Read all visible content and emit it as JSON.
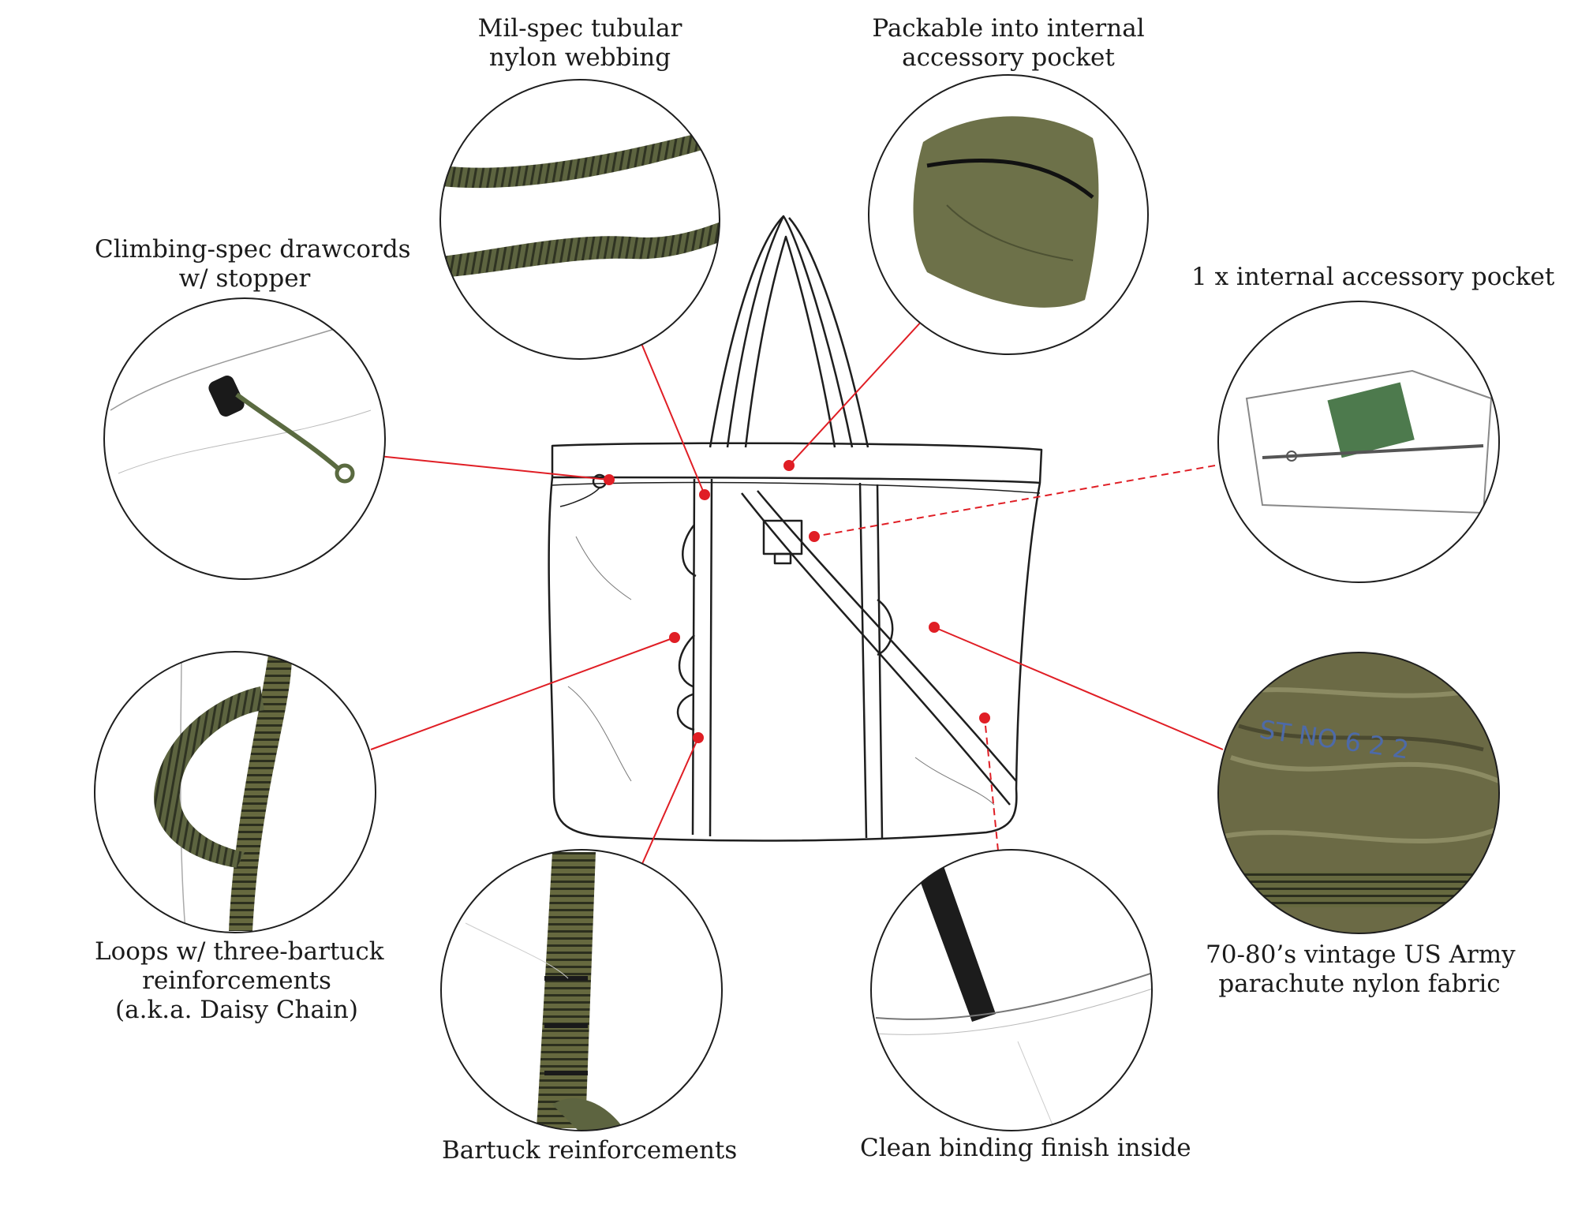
{
  "colors": {
    "accent": "#e01e25",
    "outline": "#1e1e1e",
    "olive": "#5d6440",
    "background": "#ffffff"
  },
  "callouts": {
    "webbing": {
      "lines": [
        "Mil-spec tubular",
        "nylon webbing"
      ],
      "image": "olive-webbing-straps"
    },
    "packable": {
      "lines": [
        "Packable into internal",
        "accessory pocket"
      ],
      "image": "packed-pouch-with-zipper"
    },
    "drawcords": {
      "lines": [
        "Climbing-spec drawcords",
        "w/ stopper"
      ],
      "image": "cord-stopper"
    },
    "pocket": {
      "lines": [
        "1 x internal accessory pocket"
      ],
      "image": "zip-pocket-with-notebook"
    },
    "daisy_chain": {
      "lines": [
        "Loops w/ three-bartuck",
        "reinforcements",
        "(a.k.a. Daisy Chain)"
      ],
      "image": "webbing-loop"
    },
    "fabric": {
      "lines": [
        "70-80’s vintage US Army",
        "parachute nylon fabric"
      ],
      "image": "printed-parachute-nylon"
    },
    "bartuck": {
      "lines": [
        "Bartuck reinforcements"
      ],
      "image": "stitched-webbing-strap"
    },
    "binding": {
      "lines": [
        "Clean binding finish inside"
      ],
      "image": "black-binding-tape"
    }
  }
}
